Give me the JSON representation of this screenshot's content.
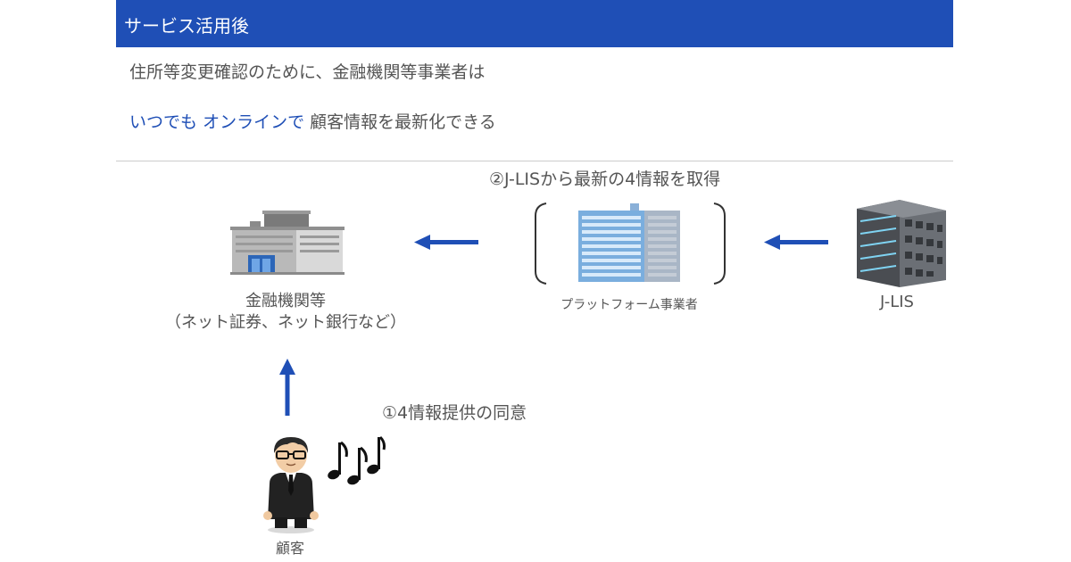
{
  "header": {
    "title": "サービス活用後"
  },
  "intro": {
    "line1": "住所等変更確認のために、金融機関等事業者は",
    "line2_highlight1": "いつでも",
    "line2_highlight2": "オンラインで",
    "line2_rest": "顧客情報を最新化できる"
  },
  "diagram": {
    "step2_label": "②J-LISから最新の4情報を取得",
    "step1_label": "①4情報提供の同意",
    "financial_institution": {
      "label_line1": "金融機関等",
      "label_line2": "（ネット証券、ネット銀行など）"
    },
    "platform": {
      "label": "プラットフォーム事業者"
    },
    "jlis": {
      "label": "J-LIS"
    },
    "customer": {
      "label": "顧客"
    }
  },
  "colors": {
    "header_bg": "#1f4fb6",
    "highlight_text": "#1f4fb6",
    "arrow": "#1f4fb6",
    "body_text": "#555555"
  },
  "icons": [
    "office-building-icon",
    "tall-office-building-icon",
    "datacenter-building-icon",
    "businessman-icon",
    "music-notes-icon",
    "arrow-left-icon",
    "arrow-up-icon"
  ]
}
